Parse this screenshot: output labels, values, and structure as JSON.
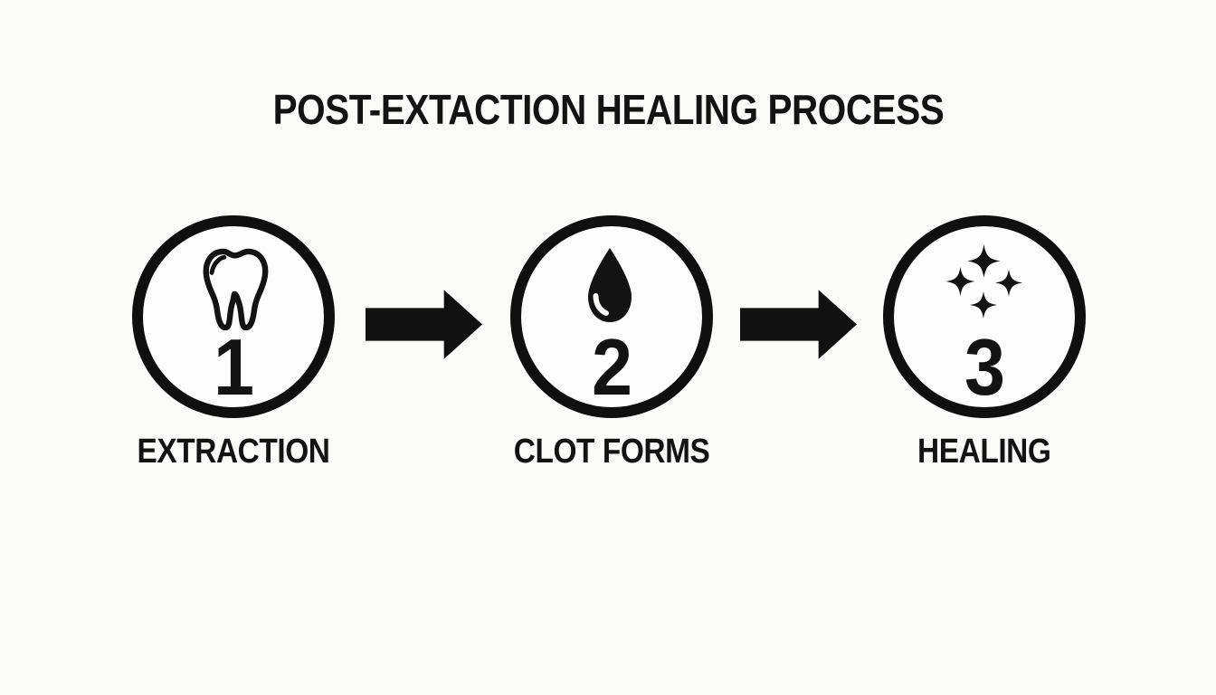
{
  "title": "POST-EXTACTION HEALING PROCESS",
  "steps": [
    {
      "number": "1",
      "label": "EXTRACTION",
      "icon": "tooth-icon"
    },
    {
      "number": "2",
      "label": "CLOT FORMS",
      "icon": "drop-icon"
    },
    {
      "number": "3",
      "label": "HEALING",
      "icon": "sparkles-icon"
    }
  ],
  "colors": {
    "ink": "#131313",
    "background": "#fbfbfa"
  }
}
